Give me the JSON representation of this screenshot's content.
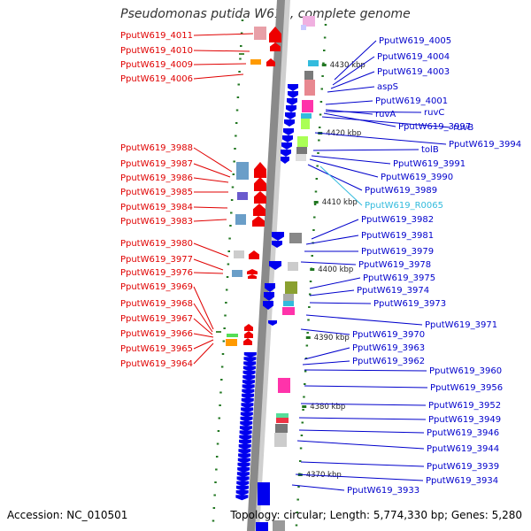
{
  "title": "Pseudomonas putida W619, complete genome",
  "footer": {
    "accession": "Accession: NC_010501",
    "summary": "Topology: circular; Length: 5,774,330 bp; Genes: 5,280"
  },
  "colors": {
    "left_label": "#e00000",
    "right_label": "#0000cc",
    "rna_label": "#33bbdd",
    "forward_strand": "#ee0000",
    "reverse_strand": "#0000ee",
    "backbone": "#888888",
    "tick": "#227722"
  },
  "scale_ticks": [
    {
      "label": "4430 kbp"
    },
    {
      "label": "4420 kbp"
    },
    {
      "label": "4410 kbp"
    },
    {
      "label": "4400 kbp"
    },
    {
      "label": "4390 kbp"
    },
    {
      "label": "4380 kbp"
    },
    {
      "label": "4370 kbp"
    }
  ],
  "left_labels": [
    "PputW619_4011",
    "PputW619_4010",
    "PputW619_4009",
    "PputW619_4006",
    "PputW619_3988",
    "PputW619_3987",
    "PputW619_3986",
    "PputW619_3985",
    "PputW619_3984",
    "PputW619_3983",
    "PputW619_3980",
    "PputW619_3977",
    "PputW619_3976",
    "PputW619_3969",
    "PputW619_3968",
    "PputW619_3967",
    "PputW619_3966",
    "PputW619_3965",
    "PputW619_3964"
  ],
  "right_labels": [
    {
      "text": "PputW619_4005",
      "rna": false
    },
    {
      "text": "PputW619_4004",
      "rna": false
    },
    {
      "text": "PputW619_4003",
      "rna": false
    },
    {
      "text": "aspS",
      "rna": false
    },
    {
      "text": "PputW619_4001",
      "rna": false
    },
    {
      "text": "ruvA",
      "rna": false
    },
    {
      "text": "ruvC",
      "rna": false
    },
    {
      "text": "PputW619_3997",
      "rna": false
    },
    {
      "text": "ruvB",
      "rna": false
    },
    {
      "text": "PputW619_3994",
      "rna": false
    },
    {
      "text": "tolB",
      "rna": false
    },
    {
      "text": "PputW619_3991",
      "rna": false
    },
    {
      "text": "PputW619_3990",
      "rna": false
    },
    {
      "text": "PputW619_3989",
      "rna": false
    },
    {
      "text": "PputW619_R0065",
      "rna": true
    },
    {
      "text": "PputW619_3982",
      "rna": false
    },
    {
      "text": "PputW619_3981",
      "rna": false
    },
    {
      "text": "PputW619_3979",
      "rna": false
    },
    {
      "text": "PputW619_3978",
      "rna": false
    },
    {
      "text": "PputW619_3975",
      "rna": false
    },
    {
      "text": "PputW619_3974",
      "rna": false
    },
    {
      "text": "PputW619_3973",
      "rna": false
    },
    {
      "text": "PputW619_3971",
      "rna": false
    },
    {
      "text": "PputW619_3970",
      "rna": false
    },
    {
      "text": "PputW619_3963",
      "rna": false
    },
    {
      "text": "PputW619_3962",
      "rna": false
    },
    {
      "text": "PputW619_3960",
      "rna": false
    },
    {
      "text": "PputW619_3956",
      "rna": false
    },
    {
      "text": "PputW619_3952",
      "rna": false
    },
    {
      "text": "PputW619_3949",
      "rna": false
    },
    {
      "text": "PputW619_3946",
      "rna": false
    },
    {
      "text": "PputW619_3944",
      "rna": false
    },
    {
      "text": "PputW619_3939",
      "rna": false
    },
    {
      "text": "PputW619_3934",
      "rna": false
    },
    {
      "text": "PputW619_3933",
      "rna": false
    }
  ]
}
